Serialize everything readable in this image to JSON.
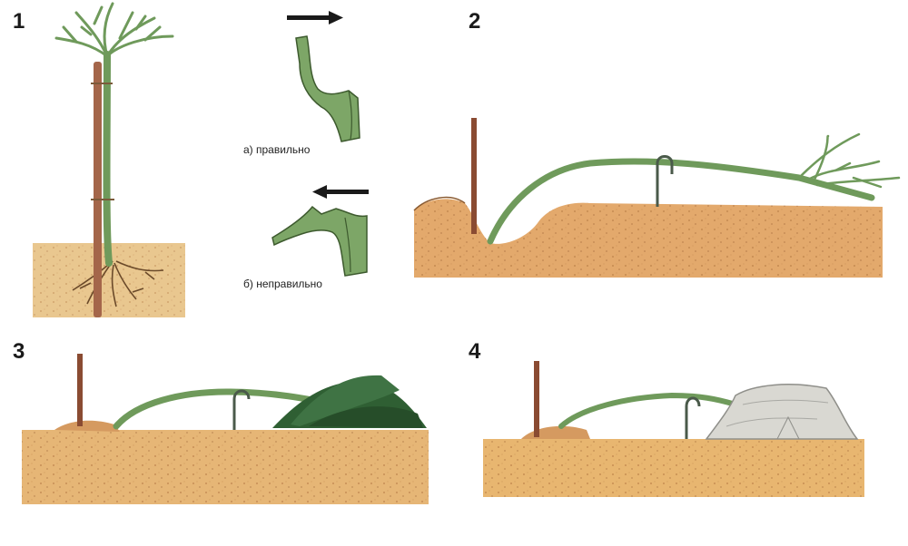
{
  "steps": [
    {
      "number": "1"
    },
    {
      "number": "2"
    },
    {
      "number": "3"
    },
    {
      "number": "4"
    }
  ],
  "graft": {
    "correct_label": "а) правильно",
    "incorrect_label": "б) неправильно"
  },
  "colors": {
    "soil": "#e8b877",
    "soil_dark": "#b0743f",
    "stem": "#6f9a5b",
    "stem_dark": "#3d5a2e",
    "stake": "#a4664a",
    "spruce": "#2f5f33",
    "cover": "#d9d8d2"
  }
}
